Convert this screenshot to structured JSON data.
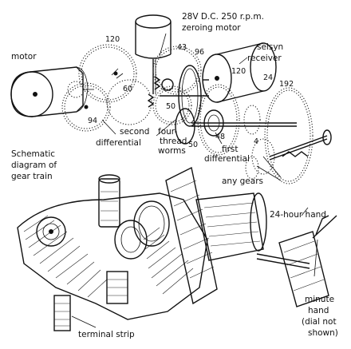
{
  "labels": {
    "motor": "motor",
    "zeroing_motor_line1": "28V D.C. 250 r.p.m.",
    "zeroing_motor_line2": "zeroing motor",
    "selsyn_line1": "selsyn",
    "selsyn_line2": "receiver",
    "second_diff_line1": "second",
    "second_diff_line2": "differential",
    "worms_line1": "four-",
    "worms_line2": "thread",
    "worms_line3": "worms",
    "first_diff_line1": "first",
    "first_diff_line2": "differential",
    "schematic_line1": "Schematic",
    "schematic_line2": "diagram of",
    "schematic_line3": "gear train",
    "any_gears": "any gears",
    "hour24": "24-hour hand",
    "minute_line1": "minute",
    "minute_line2": "hand",
    "minute_line3": "(dial not",
    "minute_line4": "shown)",
    "terminal_strip": "terminal strip"
  },
  "gear_numbers": {
    "g120a": "120",
    "g60": "60",
    "g94": "94",
    "g43": "43",
    "g96": "96",
    "g50a": "50",
    "g50b": "50",
    "g120b": "120",
    "g24": "24",
    "g192": "192",
    "g48": "48",
    "g4": "4"
  }
}
